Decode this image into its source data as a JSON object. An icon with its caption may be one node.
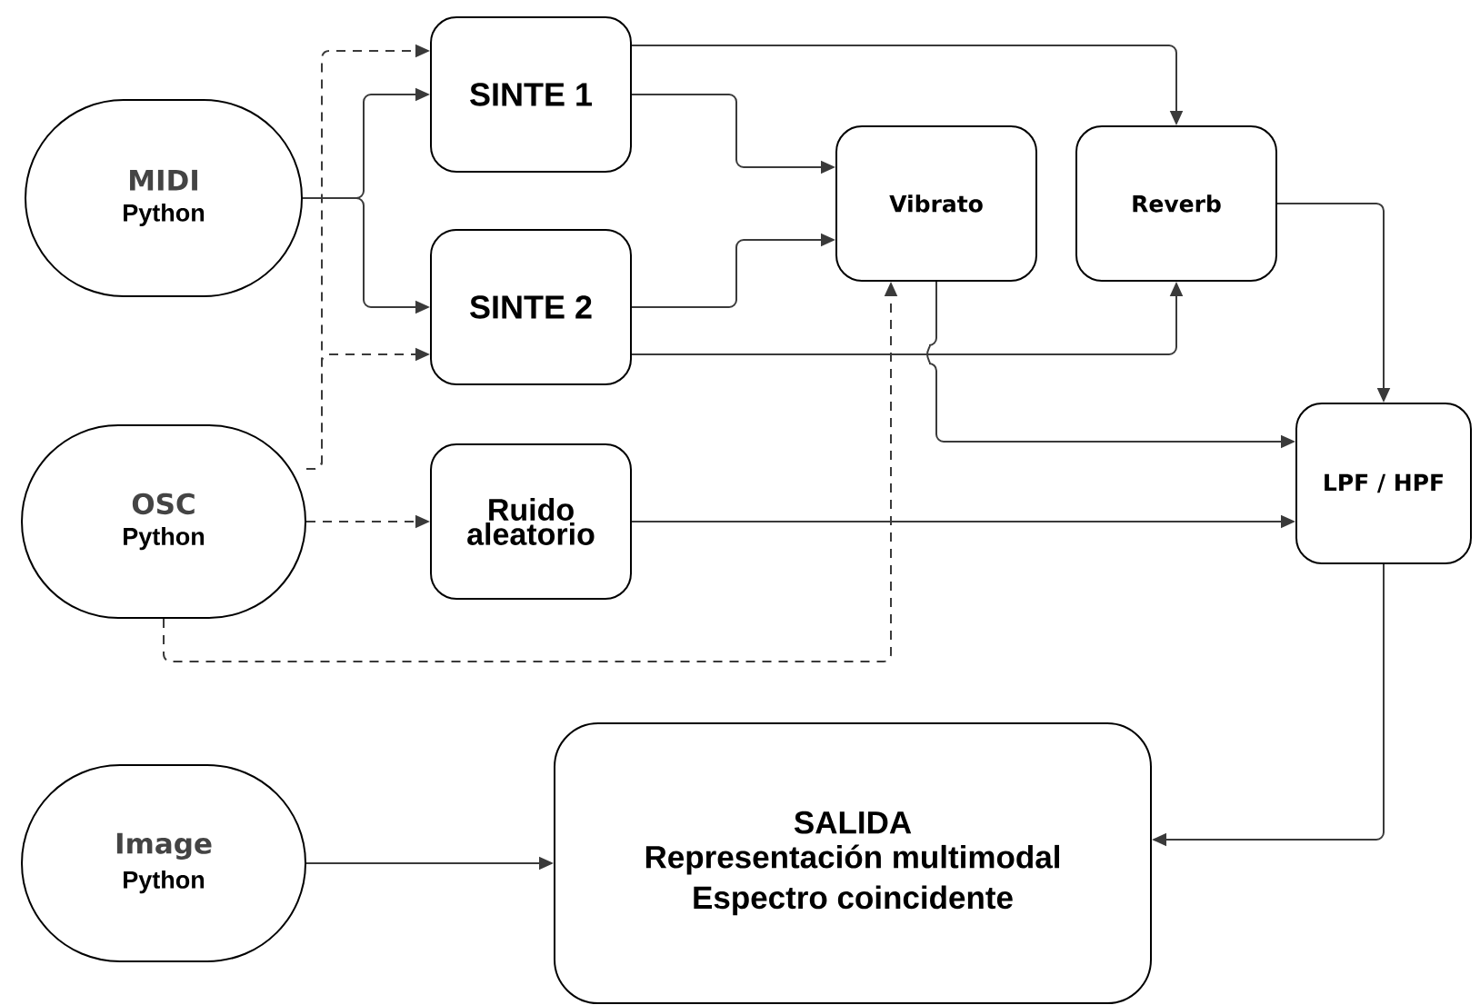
{
  "diagram": {
    "nodes": [
      {
        "text": [
          "MIDI",
          "Python"
        ]
      },
      {
        "text": [
          "SINTE 1"
        ]
      },
      {
        "text": [
          "SINTE 2"
        ]
      },
      {
        "text": [
          "Vibrato"
        ]
      },
      {
        "text": [
          "Reverb"
        ]
      },
      {
        "text": [
          "OSC",
          "Python"
        ]
      },
      {
        "text": [
          "Ruido aleatorio"
        ]
      },
      {
        "text": [
          "LPF / HPF"
        ]
      },
      {
        "text": [
          "Image",
          "Python"
        ]
      },
      {
        "text": [
          "SALIDA",
          "Representación multimodal",
          "Espectro coincidente"
        ]
      }
    ],
    "edges": [
      {
        "from": 0,
        "to": 1,
        "arrow": "to"
      },
      {
        "from": 0,
        "to": 2,
        "arrow": "to"
      },
      {
        "from": 1,
        "to": 3,
        "arrow": "to"
      },
      {
        "from": 1,
        "to": 4,
        "arrow": "to"
      },
      {
        "from": 2,
        "to": 3,
        "arrow": "to"
      },
      {
        "from": 2,
        "to": 4,
        "arrow": "to"
      },
      {
        "from": 3,
        "to": 7,
        "arrow": "to"
      },
      {
        "from": 4,
        "to": 7,
        "arrow": "to"
      },
      {
        "from": 5,
        "to": 1,
        "arrow": "to",
        "style": "dashed"
      },
      {
        "from": 5,
        "to": 2,
        "arrow": "to",
        "style": "dashed"
      },
      {
        "from": 5,
        "to": 6,
        "arrow": "to",
        "style": "dashed"
      },
      {
        "from": 5,
        "to": 3,
        "arrow": "to",
        "style": "dashed"
      },
      {
        "from": 6,
        "to": 7,
        "arrow": "to"
      },
      {
        "from": 7,
        "to": 9,
        "arrow": "to"
      },
      {
        "from": 8,
        "to": 9,
        "arrow": "to"
      }
    ]
  }
}
